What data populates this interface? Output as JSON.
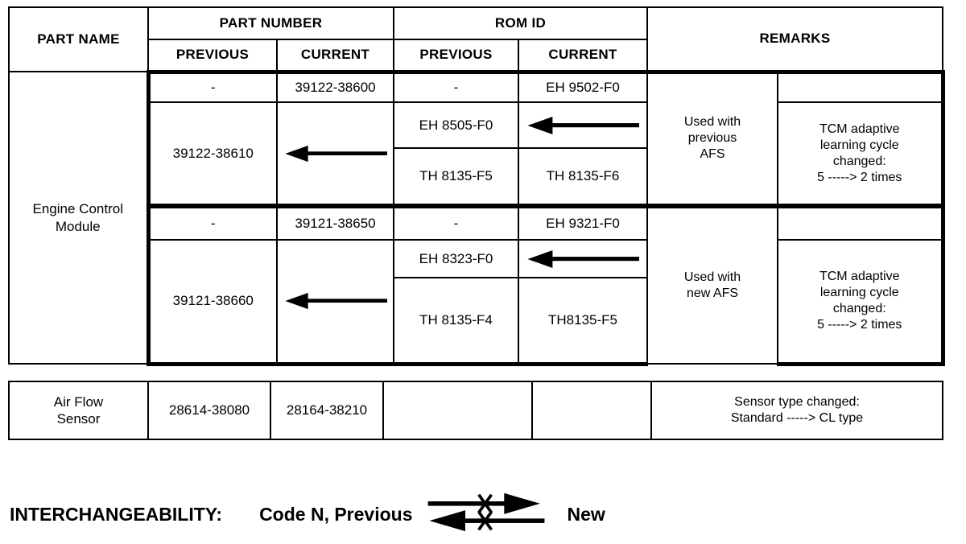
{
  "colors": {
    "ink": "#000000",
    "paper": "#ffffff"
  },
  "table": {
    "headers": {
      "part_name": "PART NAME",
      "part_number": "PART NUMBER",
      "rom_id": "ROM ID",
      "remarks": "REMARKS",
      "pn_previous": "PREVIOUS",
      "pn_current": "CURRENT",
      "rom_previous": "PREVIOUS",
      "rom_current": "CURRENT"
    },
    "ecm": {
      "name": "Engine Control\nModule",
      "s1": {
        "r1": {
          "pn_previous": "-",
          "pn_current": "39122-38600",
          "rom_previous": "-",
          "rom_current": "EH 9502-F0"
        },
        "pn_previous": "39122-38610",
        "rom_r2_previous": "EH 8505-F0",
        "rom_r3_previous": "TH 8135-F5",
        "rom_r3_current": "TH 8135-F6",
        "remark_left": "Used with\nprevious\nAFS",
        "remark_right": "TCM adaptive\nlearning cycle\nchanged:\n5 -----> 2 times"
      },
      "s2": {
        "r1": {
          "pn_previous": "-",
          "pn_current": "39121-38650",
          "rom_previous": "-",
          "rom_current": "EH 9321-F0"
        },
        "pn_previous": "39121-38660",
        "rom_r2_previous": "EH 8323-F0",
        "rom_r3_previous": "TH 8135-F4",
        "rom_r3_current": "TH8135-F5",
        "remark_left": "Used with\nnew AFS",
        "remark_right": "TCM adaptive\nlearning cycle\nchanged:\n5 -----> 2 times"
      }
    },
    "afs": {
      "name": "Air Flow\nSensor",
      "pn_previous": "28614-38080",
      "pn_current": "28164-38210",
      "rom_previous": "",
      "rom_current": "",
      "remark": "Sensor type changed:\nStandard -----> CL type"
    }
  },
  "legend": {
    "title": "INTERCHANGEABILITY:",
    "code": "Code N, Previous",
    "new_label": "New"
  },
  "icons": {
    "cell_arrow": "left-arrow",
    "legend_arrows": "crossed-interchange-arrows"
  }
}
